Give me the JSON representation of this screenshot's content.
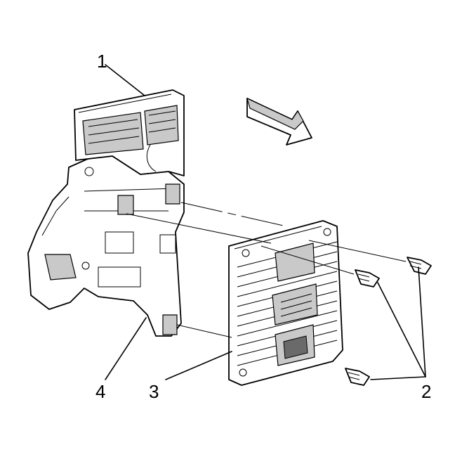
{
  "diagram": {
    "callouts": [
      {
        "id": "1",
        "label": "1"
      },
      {
        "id": "2",
        "label": "2"
      },
      {
        "id": "3",
        "label": "3"
      },
      {
        "id": "4",
        "label": "4"
      }
    ],
    "direction_arrow_icon": "thick-arrow-down-right-icon",
    "colors": {
      "line": "#000000",
      "shade": "#c9c9c9",
      "dark_shade": "#6a6a6a",
      "background": "#ffffff"
    }
  }
}
